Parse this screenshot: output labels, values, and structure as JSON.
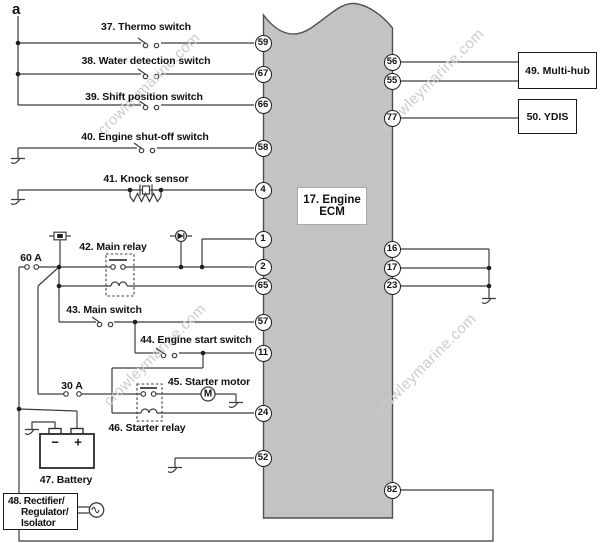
{
  "diagram": {
    "connector_label": "a",
    "watermark": "crowleymarine.com",
    "ecm": {
      "name_line1": "17. Engine",
      "name_line2": "ECM",
      "left_terminals": [
        "59",
        "67",
        "66",
        "58",
        "4",
        "1",
        "2",
        "65",
        "57",
        "11",
        "24",
        "52"
      ],
      "right_terminals": [
        "56",
        "55",
        "77",
        "16",
        "17",
        "23",
        "82"
      ]
    },
    "components": {
      "thermo_switch": "37. Thermo switch",
      "water_detection_switch": "38. Water detection switch",
      "shift_position_switch": "39. Shift position switch",
      "engine_shutoff_switch": "40. Engine shut-off switch",
      "knock_sensor": "41. Knock sensor",
      "main_relay": "42. Main relay",
      "main_switch": "43. Main switch",
      "engine_start_switch": "44. Engine start switch",
      "starter_motor": "45. Starter motor",
      "starter_relay": "46. Starter relay",
      "battery": "47. Battery",
      "rectifier_line1": "48. Rectifier/",
      "rectifier_line2": "Regulator/",
      "rectifier_line3": "Isolator",
      "multi_hub": "49. Multi-hub",
      "ydis": "50. YDIS"
    },
    "fuses": {
      "main": "60 A",
      "starter": "30 A"
    },
    "battery_terminals": {
      "minus": "−",
      "plus": "+"
    },
    "motor_symbol": "M",
    "colors": {
      "ecm_fill": "#c3c3c3",
      "ecm_border": "#4f4f4f",
      "wire": "#3c3c3c",
      "watermark": "#cbcbcb"
    }
  }
}
